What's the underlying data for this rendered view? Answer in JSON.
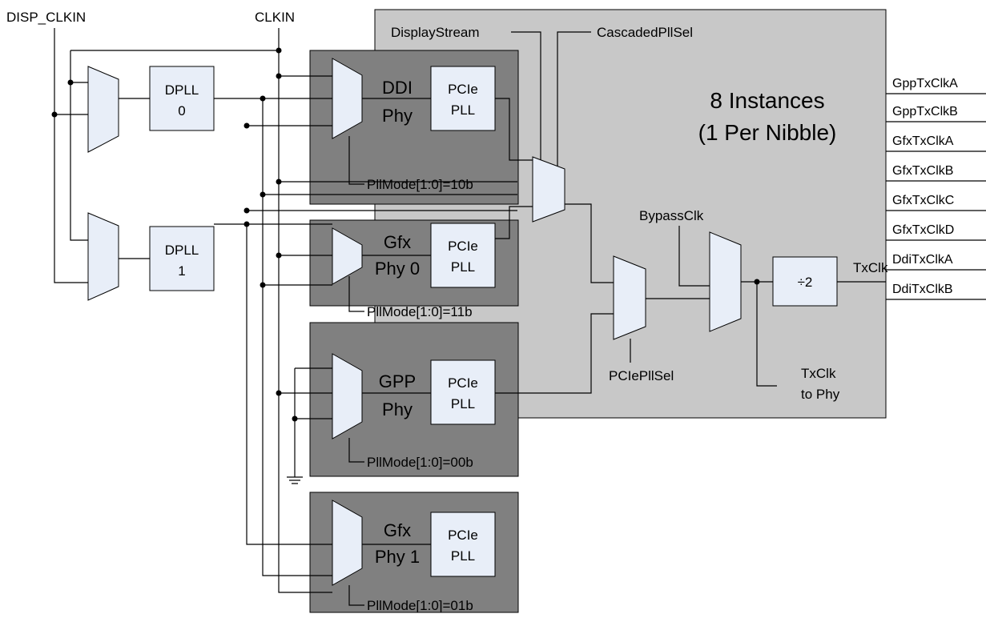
{
  "inputs": {
    "disp_clkin": "DISP_CLKIN",
    "clkin": "CLKIN"
  },
  "dpll": [
    {
      "name": "DPLL",
      "index": "0"
    },
    {
      "name": "DPLL",
      "index": "1"
    }
  ],
  "phys": [
    {
      "line1": "DDI",
      "line2": "Phy",
      "pll1": "PCIe",
      "pll2": "PLL",
      "mode": "PllMode[1:0]=10b"
    },
    {
      "line1": "Gfx",
      "line2": "Phy 0",
      "pll1": "PCIe",
      "pll2": "PLL",
      "mode": "PllMode[1:0]=11b"
    },
    {
      "line1": "GPP",
      "line2": "Phy",
      "pll1": "PCIe",
      "pll2": "PLL",
      "mode": "PllMode[1:0]=00b"
    },
    {
      "line1": "Gfx",
      "line2": "Phy 1",
      "pll1": "PCIe",
      "pll2": "PLL",
      "mode": "PllMode[1:0]=01b"
    }
  ],
  "instance_block": {
    "title1": "8 Instances",
    "title2": "(1 Per Nibble)",
    "display_stream": "DisplayStream",
    "cascaded_pll_sel": "CascadedPllSel",
    "bypass_clk": "BypassClk",
    "pcie_pll_sel": "PCIePllSel",
    "divider": "÷2",
    "txclk": "TxClk",
    "txclk_to_phy_1": "TxClk",
    "txclk_to_phy_2": "to Phy"
  },
  "outputs": [
    "GppTxClkA",
    "GppTxClkB",
    "GfxTxClkA",
    "GfxTxClkB",
    "GfxTxClkC",
    "GfxTxClkD",
    "DdiTxClkA",
    "DdiTxClkB"
  ],
  "colors": {
    "instance_bg": "#c8c8c8",
    "phy_bg": "#808080",
    "block_fill": "#e8eef8",
    "line": "#000000"
  }
}
